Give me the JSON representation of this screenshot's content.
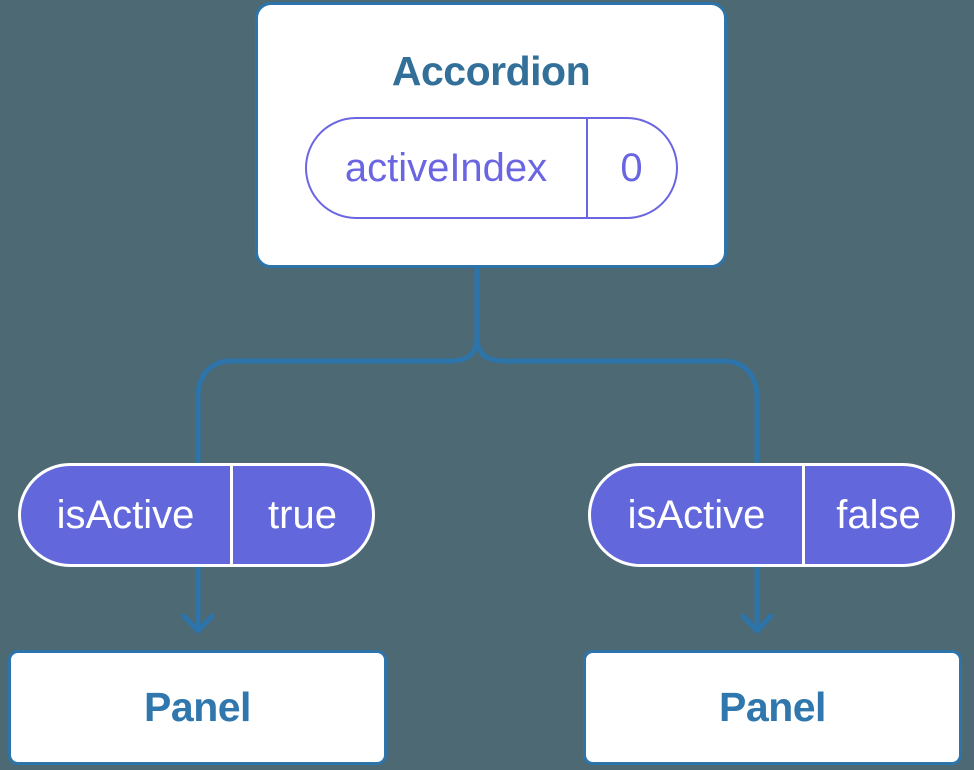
{
  "colors": {
    "background": "#4D6974",
    "line-blue": "#2C74A9",
    "heading-blue": "#326F99",
    "panel-blue": "#2F77AC",
    "purple-outline": "#6A66E2",
    "purple-fill": "#6268DC",
    "node-bg": "#FFFFFF",
    "pill-text": "#FFFFFF"
  },
  "tree": {
    "root": {
      "title": "Accordion",
      "state": {
        "name": "activeIndex",
        "value": "0"
      }
    },
    "children": [
      {
        "prop": {
          "name": "isActive",
          "value": "true"
        },
        "child": {
          "title": "Panel"
        }
      },
      {
        "prop": {
          "name": "isActive",
          "value": "false"
        },
        "child": {
          "title": "Panel"
        }
      }
    ]
  }
}
